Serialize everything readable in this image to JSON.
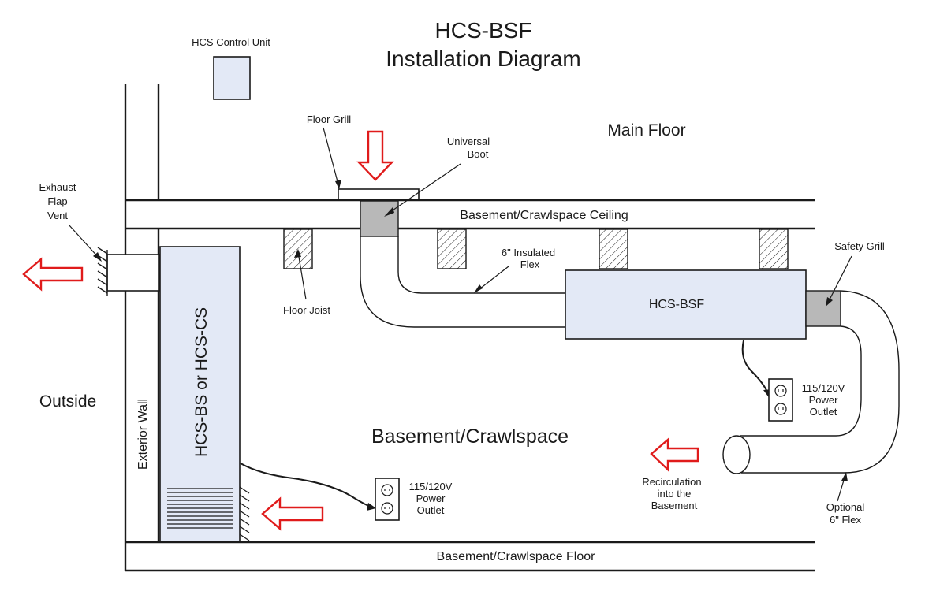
{
  "title": {
    "line1": "HCS-BSF",
    "line2": "Installation Diagram"
  },
  "labels": {
    "control_unit": "HCS Control Unit",
    "floor_grill": "Floor Grill",
    "universal_boot_line1": "Universal",
    "universal_boot_line2": "Boot",
    "main_floor": "Main Floor",
    "ceiling": "Basement/Crawlspace Ceiling",
    "exhaust_line1": "Exhaust",
    "exhaust_line2": "Flap",
    "exhaust_line3": "Vent",
    "flex_line1": "6\" Insulated",
    "flex_line2": "Flex",
    "safety_grill": "Safety Grill",
    "hcs_bsf_unit": "HCS-BSF",
    "floor_joist": "Floor Joist",
    "dehumidifier": "HCS-BS or HCS-CS",
    "exterior_wall": "Exterior Wall",
    "outside": "Outside",
    "basement": "Basement/Crawlspace",
    "outlet_right_line1": "115/120V",
    "outlet_right_line2": "Power",
    "outlet_right_line3": "Outlet",
    "outlet_left_line1": "115/120V",
    "outlet_left_line2": "Power",
    "outlet_left_line3": "Outlet",
    "recirc_line1": "Recirculation",
    "recirc_line2": "into the",
    "recirc_line3": "Basement",
    "optional_line1": "Optional",
    "optional_line2": "6\" Flex",
    "floor": "Basement/Crawlspace Floor"
  },
  "colors": {
    "unit_fill": "#e3e9f6",
    "arrow_red": "#e01b1b",
    "boot_grey": "#b8b8b8"
  }
}
